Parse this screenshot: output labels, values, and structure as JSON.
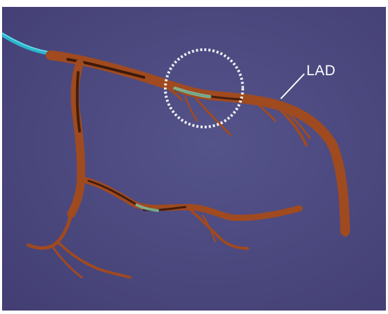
{
  "labels": {
    "artery": "LAD"
  },
  "colors": {
    "background": "#4e4d82",
    "vessel": "#a04a20",
    "vessel_shadow": "#2a1206",
    "catheter": "#2ab7cc",
    "plaque": "#7fbfa0",
    "highlight_ring": "#ffffff"
  },
  "icons": {
    "highlight": "dashed-circle-highlight",
    "pointer": "leader-line"
  }
}
